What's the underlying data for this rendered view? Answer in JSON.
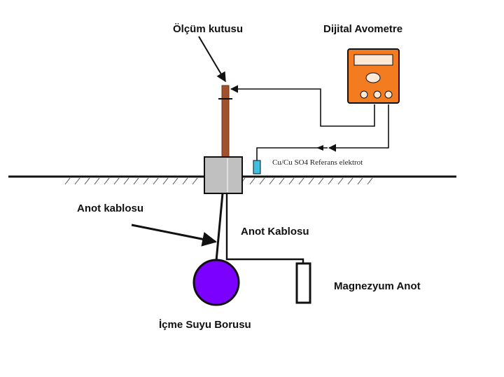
{
  "labels": {
    "olcum_kutusu": "Ölçüm kutusu",
    "dijital_avometre": "Dijital Avometre",
    "referans_elektrot": "Cu/Cu SO4 Referans elektrot",
    "anot_kablosu_left": "Anot kablosu",
    "anot_kablosu_right": "Anot Kablosu",
    "magnezyum_anot": "Magnezyum Anot",
    "icme_suyu_borusu": "İçme Suyu Borusu"
  },
  "colors": {
    "meter_body": "#f47c20",
    "meter_panel": "#fde9d6",
    "test_post": "#a0522d",
    "test_box": "#c0c0c0",
    "pipe": "#7b00ff",
    "reference_electrode": "#40c0e0",
    "ground_line": "#111111",
    "wire": "#111111"
  }
}
